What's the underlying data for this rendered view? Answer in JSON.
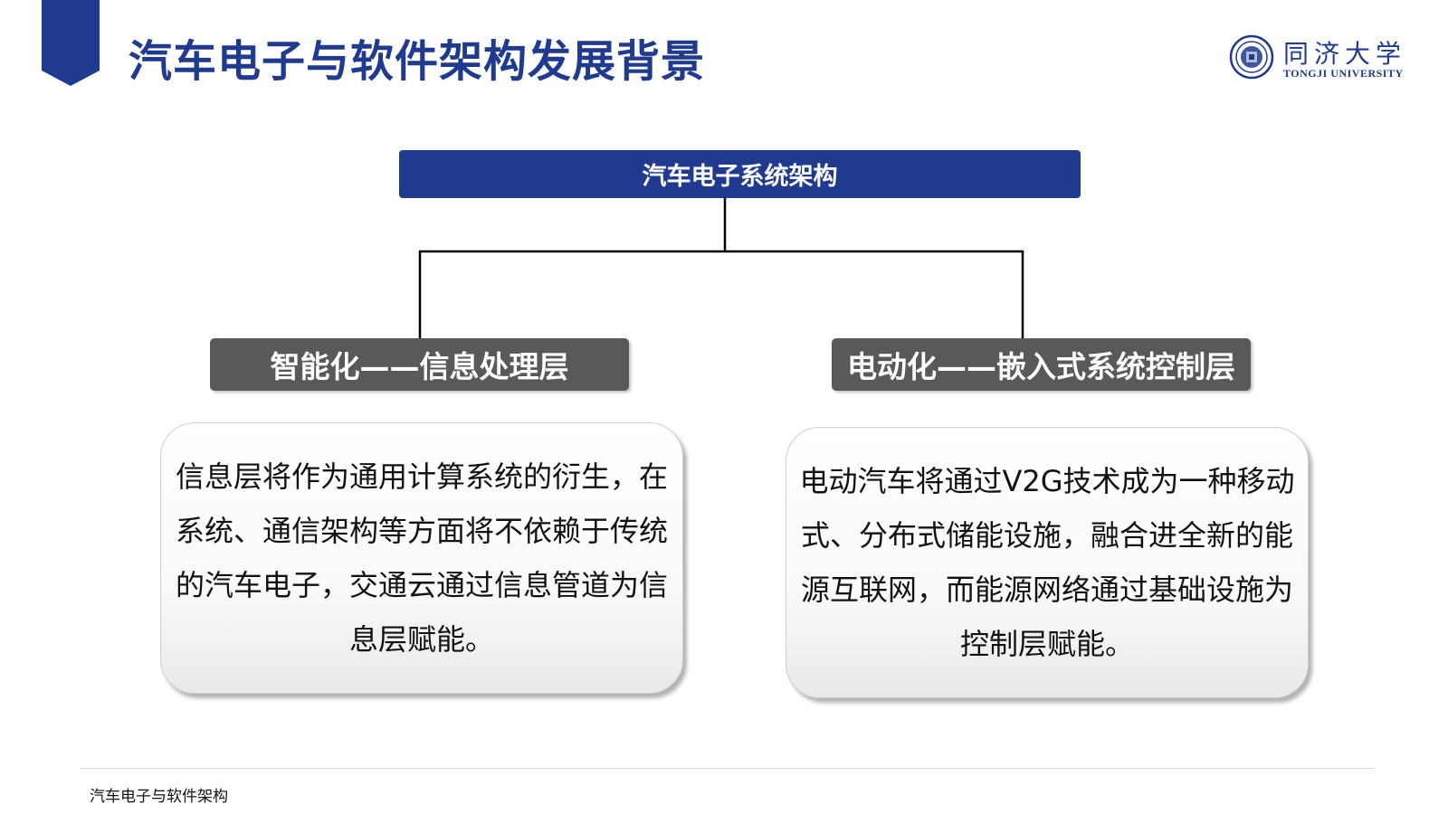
{
  "header": {
    "title": "汽车电子与软件架构发展背景"
  },
  "logo": {
    "name_cn": "同济大学",
    "name_en": "TONGJI UNIVERSITY"
  },
  "diagram": {
    "root": "汽车电子系统架构",
    "branches": [
      {
        "label": "智能化——信息处理层",
        "description": "信息层将作为通用计算系统的衍生，在系统、通信架构等方面将不依赖于传统的汽车电子，交通云通过信息管道为信息层赋能。"
      },
      {
        "label": "电动化——嵌入式系统控制层",
        "description": "电动汽车将通过V2G技术成为一种移动式、分布式储能设施，融合进全新的能源互联网，而能源网络通过基础设施为控制层赋能。"
      }
    ]
  },
  "footer": {
    "text": "汽车电子与软件架构"
  },
  "colors": {
    "brand_blue": "#1f3a8f",
    "layer_gray": "#595959"
  }
}
